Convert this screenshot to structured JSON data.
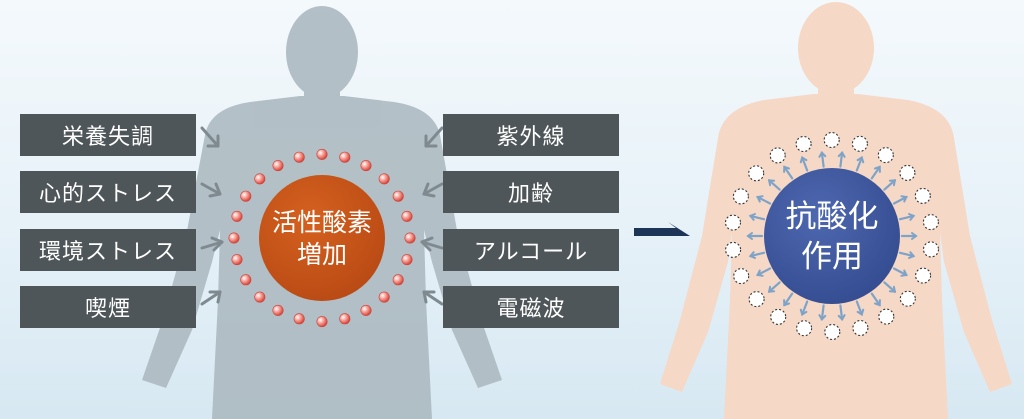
{
  "left": {
    "causes_left": [
      "栄養失調",
      "心的ストレス",
      "環境ストレス",
      "喫煙"
    ],
    "causes_right": [
      "紫外線",
      "加齢",
      "アルコール",
      "電磁波"
    ],
    "center": {
      "line1": "活性酸素",
      "line2": "増加"
    },
    "colors": {
      "silhouette": "#a9b6bd",
      "circle": "#c7541b",
      "box": "#4f5659",
      "radical": "#e25b4c",
      "arrow": "#7f8a90"
    }
  },
  "right": {
    "center": {
      "line1": "抗酸化",
      "line2": "作用"
    },
    "colors": {
      "silhouette": "#f6d8c6",
      "circle": "#3f5aa0",
      "arrow": "#7ea3c8"
    }
  },
  "transition": {
    "arrow_color": "#1d3557"
  }
}
